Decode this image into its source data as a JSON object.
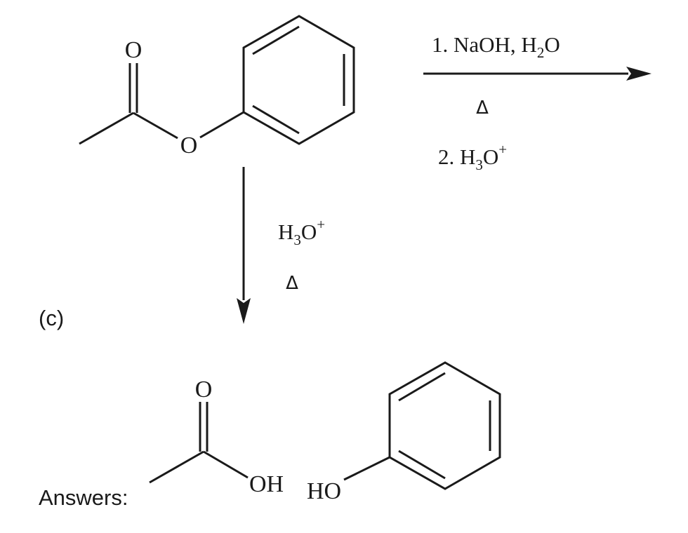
{
  "part_label": "(c)",
  "answers_label": "Answers:",
  "reactant": {
    "carbonyl_o": "O",
    "ester_o": "O"
  },
  "horizontal_conditions": {
    "step1_prefix": "1. NaOH, H",
    "step1_sub": "2",
    "step1_suffix": "O",
    "heat": "Δ",
    "step2_prefix": "2. H",
    "step2_sub": "3",
    "step2_mid": "O",
    "step2_sup": "+"
  },
  "vertical_conditions": {
    "reagent_prefix": "H",
    "reagent_sub": "3",
    "reagent_mid": "O",
    "reagent_sup": "+",
    "heat": "Δ"
  },
  "products": {
    "acid_carbonyl_o": "O",
    "acid_oh": "OH",
    "phenol_ho": "HO"
  }
}
